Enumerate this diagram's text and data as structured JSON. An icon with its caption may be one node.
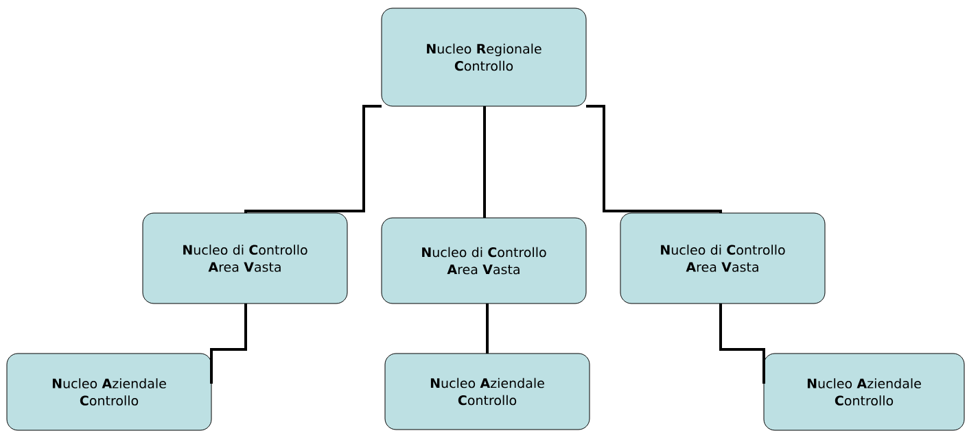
{
  "diagram": {
    "nodes": [
      {
        "text": [
          "**N**ucleo **R**egionale **C**ontrollo"
        ]
      },
      {
        "text": [
          "**N**ucleo di **C**ontrollo **A**rea **V**asta"
        ]
      },
      {
        "text": [
          "**N**ucleo di **C**ontrollo **A**rea **V**asta"
        ]
      },
      {
        "text": [
          "**N**ucleo di **C**ontrollo **A**rea **V**asta"
        ]
      },
      {
        "text": [
          "**N**ucleo **A**ziendale **C**ontrollo"
        ]
      },
      {
        "text": [
          "**N**ucleo **A**ziendale **C**ontrollo"
        ]
      },
      {
        "text": [
          "**N**ucleo **A**ziendale **C**ontrollo"
        ]
      }
    ],
    "edges": [
      {
        "from": 0,
        "to": 1,
        "arrow": "none"
      },
      {
        "from": 0,
        "to": 2,
        "arrow": "none"
      },
      {
        "from": 0,
        "to": 3,
        "arrow": "none"
      },
      {
        "from": 1,
        "to": 4,
        "arrow": "none"
      },
      {
        "from": 2,
        "to": 5,
        "arrow": "none"
      },
      {
        "from": 3,
        "to": 6,
        "arrow": "none"
      }
    ]
  }
}
